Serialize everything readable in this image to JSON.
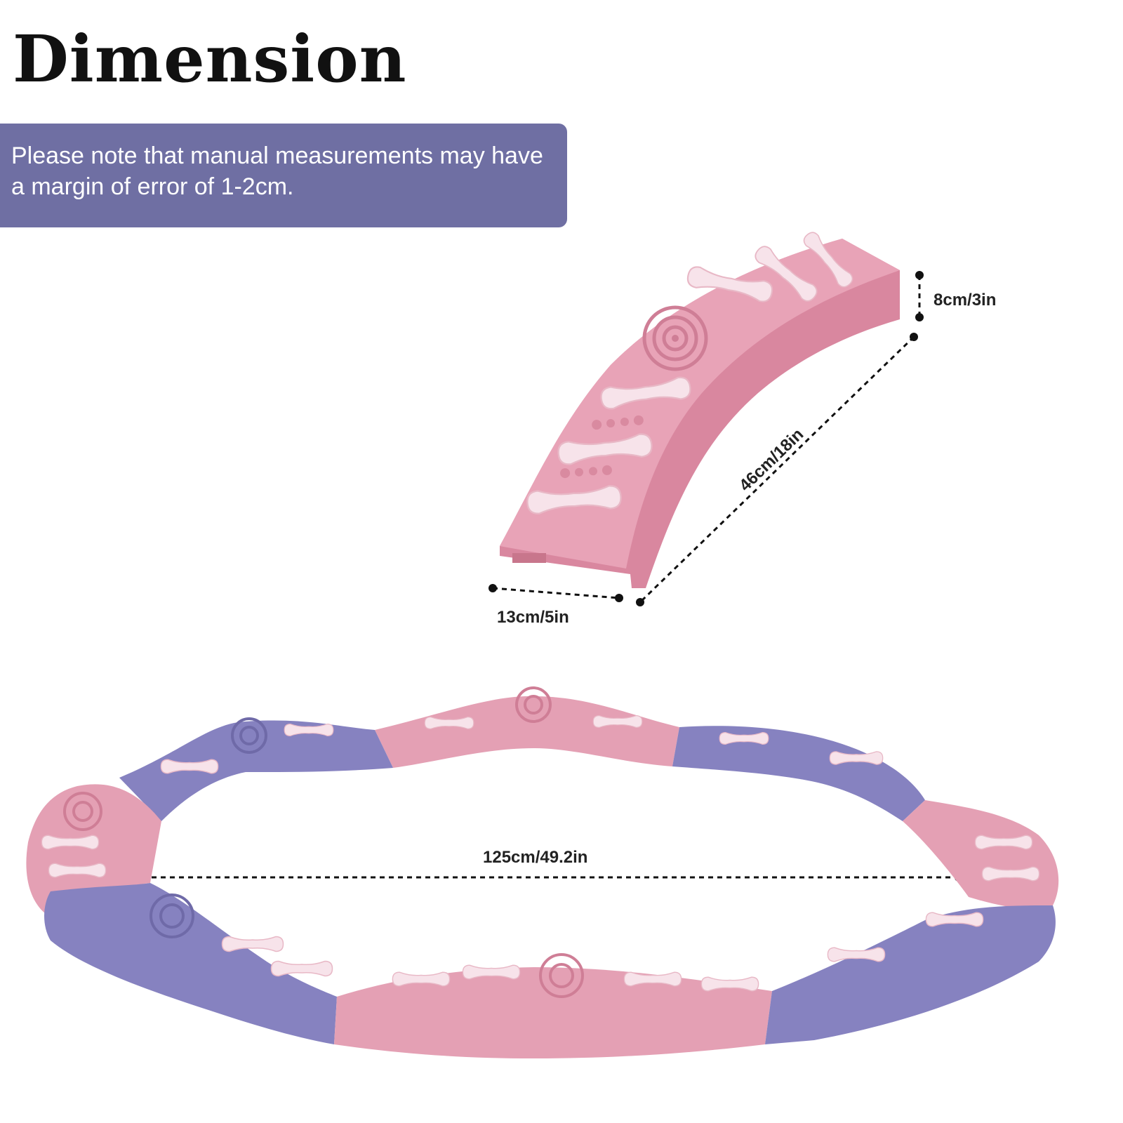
{
  "title": "Dimension",
  "note": "Please note that manual measurements may have a margin of error of 1-2cm.",
  "dimensions": {
    "height": "8cm/3in",
    "length": "46cm/18in",
    "width": "13cm/5in",
    "diameter": "125cm/49.2in"
  },
  "colors": {
    "note_background": "#6f6fa3",
    "pink": "#e39aaf",
    "purple": "#8a86c6",
    "bump": "#f6e4ec"
  },
  "icons": [
    "spiral-texture-icon"
  ]
}
